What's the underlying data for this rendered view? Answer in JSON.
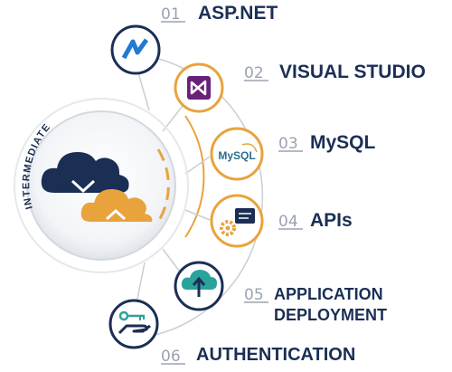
{
  "arc_label": "INTERMEDIATE",
  "steps": [
    {
      "num": "01",
      "title_lines": [
        "ASP.NET"
      ],
      "icon": "dotnet-icon"
    },
    {
      "num": "02",
      "title_lines": [
        "VISUAL STUDIO"
      ],
      "icon": "visual-studio-icon"
    },
    {
      "num": "03",
      "title_lines": [
        "MySQL"
      ],
      "icon": "mysql-icon",
      "icon_text": "MySQL"
    },
    {
      "num": "04",
      "title_lines": [
        "APIs"
      ],
      "icon": "api-gear-icon"
    },
    {
      "num": "05",
      "title_lines": [
        "APPLICATION",
        "DEPLOYMENT"
      ],
      "icon": "cloud-upload-icon"
    },
    {
      "num": "06",
      "title_lines": [
        "AUTHENTICATION"
      ],
      "icon": "key-hand-icon"
    }
  ],
  "colors": {
    "navy": "#1b2f55",
    "orange": "#e8a33d",
    "purple": "#68217a",
    "blue": "#1f7ad1",
    "teal": "#2aa39a",
    "gray": "#9aa3b0"
  }
}
